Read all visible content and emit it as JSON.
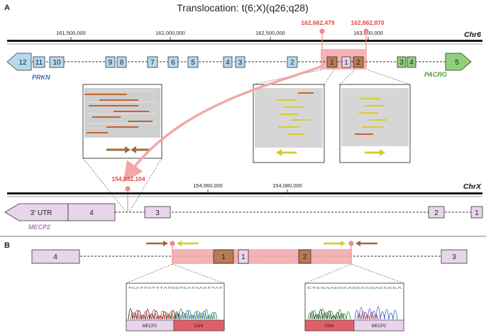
{
  "panel_a_label": "A",
  "panel_b_label": "B",
  "title": "Translocation: t(6;X)(q26;q28)",
  "chr6": {
    "name": "Chr6",
    "ticks": [
      "161,500,000",
      "162,000,000",
      "162,500,000",
      "163,000,000"
    ],
    "breakpoints": [
      "162,662,479",
      "162,862,870"
    ],
    "exons_prkn": [
      "12",
      "11",
      "10",
      "9",
      "8",
      "7",
      "6",
      "5",
      "4",
      "3",
      "2"
    ],
    "exons_inverted": [
      "1",
      "1",
      "2"
    ],
    "exons_pacrg": [
      "3",
      "4",
      "5"
    ],
    "gene_left": "PRKN",
    "gene_right": "PACRG"
  },
  "chrx": {
    "name": "ChrX",
    "ticks": [
      "154,060,000",
      "154,080,000"
    ],
    "breakpoint": "154,032,104",
    "utr_label": "3' UTR",
    "exons": [
      "4",
      "3",
      "2",
      "1"
    ],
    "gene": "MECP2"
  },
  "panel_b": {
    "exons_left": [
      "4"
    ],
    "exons_middle": [
      "1",
      "1",
      "2"
    ],
    "exons_right": [
      "3"
    ],
    "chromatogram_left": {
      "sequence": "TCATTGTTTATGGTCATAAATTAT",
      "labels": [
        "MECP2",
        "Chr6"
      ]
    },
    "chromatogram_right": {
      "sequence": "CTCGAAGGCAGCCCGACCCCA",
      "labels": [
        "Chr6",
        "MECP2"
      ]
    }
  },
  "colors": {
    "prkn": "#b5d9ef",
    "pacrg": "#8fcf7a",
    "mecp2": "#e8d5eb",
    "breakpoint": "#e0463f",
    "highlight": "#f3a6a8",
    "inverted_exon": "#b87a50",
    "arrow_brown": "#9a6d3a",
    "arrow_yellow": "#d8cc2a"
  }
}
